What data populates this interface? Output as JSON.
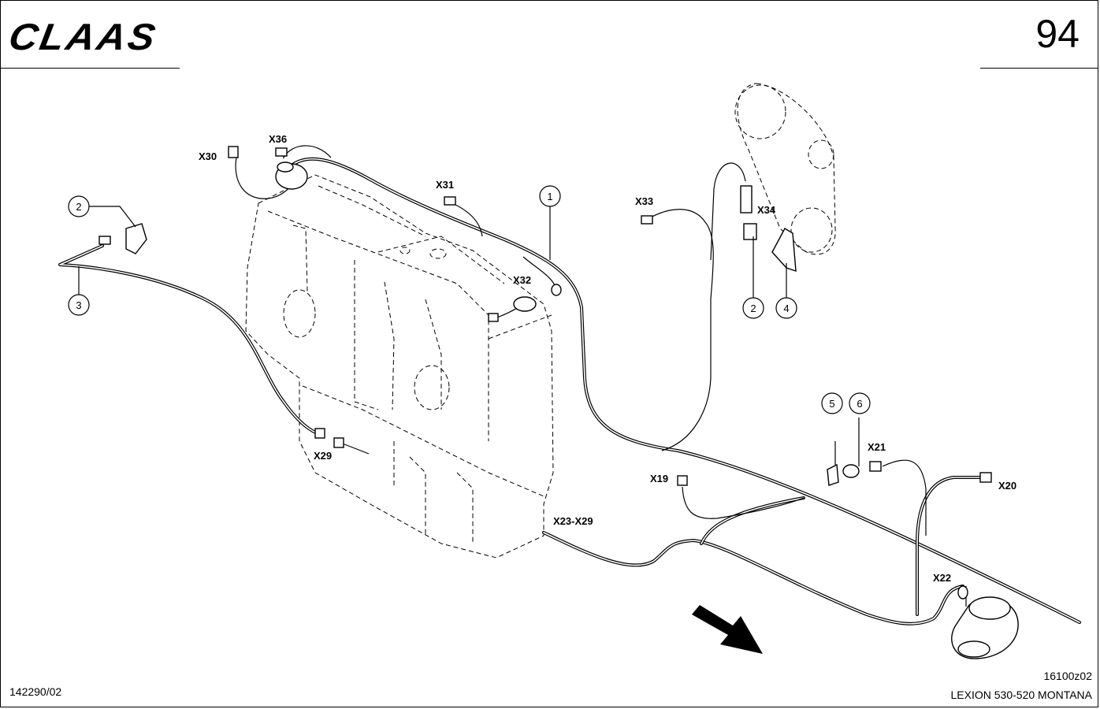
{
  "header": {
    "logo": "CLAAS",
    "page_number": "94"
  },
  "connectors": {
    "x30": "X30",
    "x36": "X36",
    "x31": "X31",
    "x32": "X32",
    "x33": "X33",
    "x34": "X34",
    "x29": "X29",
    "x23_x29": "X23-X29",
    "x19": "X19",
    "x21": "X21",
    "x20": "X20",
    "x22": "X22"
  },
  "callouts": {
    "c1": "1",
    "c2_left": "2",
    "c3": "3",
    "c2_right": "2",
    "c4": "4",
    "c5": "5",
    "c6": "6"
  },
  "footer": {
    "doc_number": "142290/02",
    "figure_code": "16100z02",
    "model": "LEXION 530-520 MONTANA"
  }
}
